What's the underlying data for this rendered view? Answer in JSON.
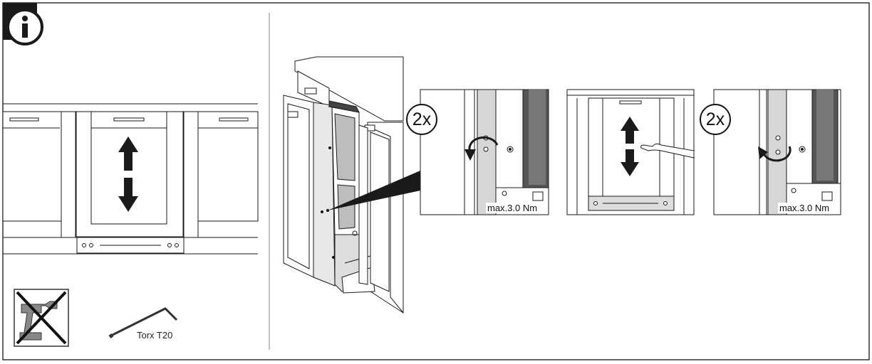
{
  "header": {
    "icon": "info-icon"
  },
  "tools": {
    "no_drill_icon": "crossed-out-power-drill-icon",
    "wrench_icon": "torx-key-icon",
    "wrench_label": "Torx T20"
  },
  "steps": [
    {
      "repeat": "2x",
      "torque": "max.3.0 Nm",
      "action": "rotate-counterclockwise"
    },
    {
      "action": "adjust-door-height-up-down"
    },
    {
      "repeat": "2x",
      "torque": "max.3.0 Nm",
      "action": "rotate-clockwise"
    }
  ],
  "colors": {
    "line": "#1a1a1a",
    "panel": "#d7d7d7",
    "dark_panel": "#555555",
    "frame": "#333333"
  }
}
